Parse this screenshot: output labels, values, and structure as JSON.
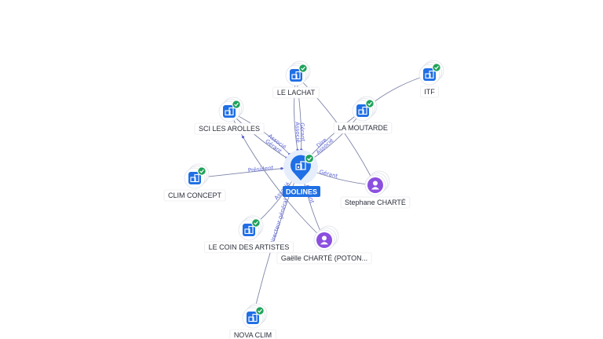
{
  "colors": {
    "company": "#1f6fe5",
    "person": "#8b4fe0",
    "check": "#1fa25a",
    "edge": "#7f86a8",
    "edge_label": "#5a63d6"
  },
  "center": {
    "label": "DOLINES",
    "icon": "building-icon",
    "verified": true
  },
  "nodes": [
    {
      "id": "le-lachat",
      "label": "LE LACHAT",
      "type": "company",
      "icon": "building-icon",
      "verified": true
    },
    {
      "id": "itf",
      "label": "ITF",
      "type": "company",
      "icon": "building-icon",
      "verified": true
    },
    {
      "id": "sci-les-arolles",
      "label": "SCI LES AROLLES",
      "type": "company",
      "icon": "building-icon",
      "verified": true
    },
    {
      "id": "la-moutarde",
      "label": "LA MOUTARDE",
      "type": "company",
      "icon": "building-icon",
      "verified": true
    },
    {
      "id": "clim-concept",
      "label": "CLIM CONCEPT",
      "type": "company",
      "icon": "building-icon",
      "verified": true
    },
    {
      "id": "stephane-charte",
      "label": "Stephane CHARTÉ",
      "type": "person",
      "icon": "person-icon",
      "verified": false
    },
    {
      "id": "le-coin-des-artistes",
      "label": "LE COIN DES ARTISTES",
      "type": "company",
      "icon": "building-icon",
      "verified": true
    },
    {
      "id": "gaelle-charte",
      "label": "Gaëlle CHARTÉ (POTON...",
      "type": "person",
      "icon": "person-icon",
      "verified": false
    },
    {
      "id": "nova-clim",
      "label": "NOVA CLIM",
      "type": "company",
      "icon": "building-icon",
      "verified": true
    }
  ],
  "edges": [
    {
      "from": "center",
      "to": "le-lachat",
      "label": "Associé"
    },
    {
      "from": "center",
      "to": "le-lachat",
      "label": "Gérant"
    },
    {
      "from": "center",
      "to": "sci-les-arolles",
      "label": "Associé"
    },
    {
      "from": "center",
      "to": "sci-les-arolles",
      "label": "Gérant"
    },
    {
      "from": "center",
      "to": "la-moutarde",
      "label": "Associé"
    },
    {
      "from": "center",
      "to": "la-moutarde",
      "label": "Dire"
    },
    {
      "from": "center",
      "to": "clim-concept",
      "label": "Président"
    },
    {
      "from": "center",
      "to": "stephane-charte",
      "label": "Gérant"
    },
    {
      "from": "center",
      "to": "le-coin-des-artistes",
      "label": "Associé"
    },
    {
      "from": "center",
      "to": "gaelle-charte",
      "label": "Gérant"
    },
    {
      "from": "center",
      "to": "nova-clim",
      "label": "Directeur général"
    },
    {
      "from": "la-moutarde",
      "to": "itf",
      "label": ""
    },
    {
      "from": "le-lachat",
      "to": "stephane-charte",
      "label": ""
    },
    {
      "from": "sci-les-arolles",
      "to": "gaelle-charte",
      "label": ""
    }
  ]
}
